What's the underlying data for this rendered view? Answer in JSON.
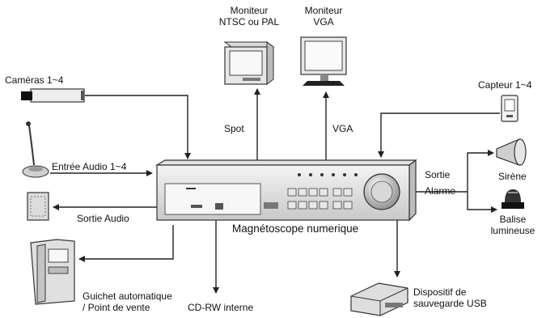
{
  "devices": {
    "monitor_ntsc": {
      "line1": "Moniteur",
      "line2": "NTSC ou PAL"
    },
    "monitor_vga": {
      "line1": "Moniteur",
      "line2": "VGA"
    },
    "cameras": "Caméras 1~4",
    "sensor": "Capteur 1~4",
    "siren": "Sirène",
    "beacon": {
      "line1": "Balise",
      "line2": "lumineuse"
    },
    "dvr": "Magnétoscope numerique",
    "atm": {
      "line1": "Guichet automatique",
      "line2": "/ Point de vente"
    },
    "cdrw": "CD-RW interne",
    "usb": {
      "line1": "Dispositif de",
      "line2": "sauvegarde USB"
    }
  },
  "connections": {
    "spot": "Spot",
    "vga": "VGA",
    "audio_in": "Entrée Audio 1~4",
    "audio_out": "Sortie Audio",
    "alarm_out": {
      "line1": "Sortie",
      "line2": "Alarme"
    }
  }
}
